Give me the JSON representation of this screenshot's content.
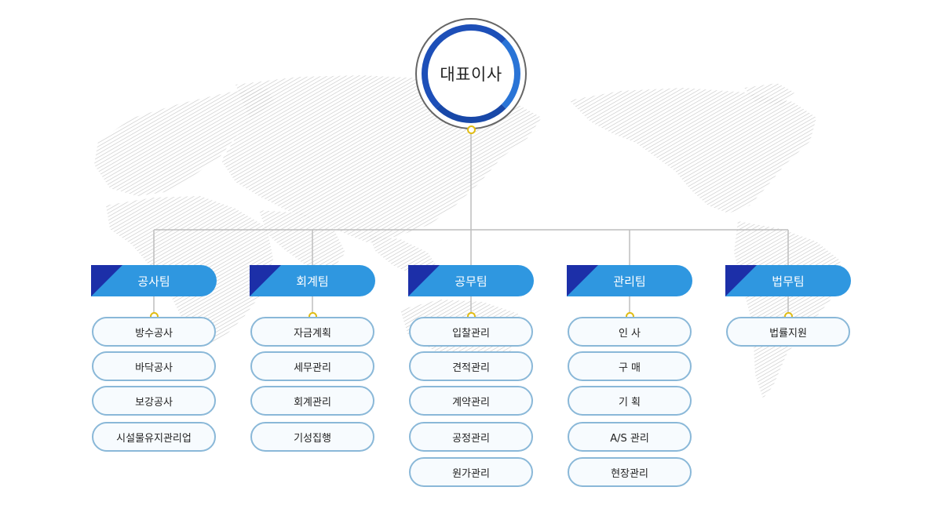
{
  "ceo": {
    "label": "대표이사"
  },
  "teams": [
    {
      "label": "공사팀",
      "tasks": [
        "방수공사",
        "바닥공사",
        "보강공사",
        "시설물유지관리업"
      ]
    },
    {
      "label": "회계팀",
      "tasks": [
        "자금계획",
        "세무관리",
        "회계관리",
        "기성집행"
      ]
    },
    {
      "label": "공무팀",
      "tasks": [
        "입찰관리",
        "견적관리",
        "계약관리",
        "공정관리",
        "원가관리"
      ]
    },
    {
      "label": "관리팀",
      "tasks": [
        "인 사",
        "구 매",
        "기 획",
        "A/S 관리",
        "현장관리"
      ]
    },
    {
      "label": "법무팀",
      "tasks": [
        "법률지원"
      ]
    }
  ],
  "colors": {
    "team_header": "#2f97e0",
    "team_accent": "#1c2fa8",
    "pill_border": "#8ab8d8",
    "connector": "#bdbdbd",
    "dot": "#e0bc14",
    "map_hatch": "#c9c9c9"
  }
}
